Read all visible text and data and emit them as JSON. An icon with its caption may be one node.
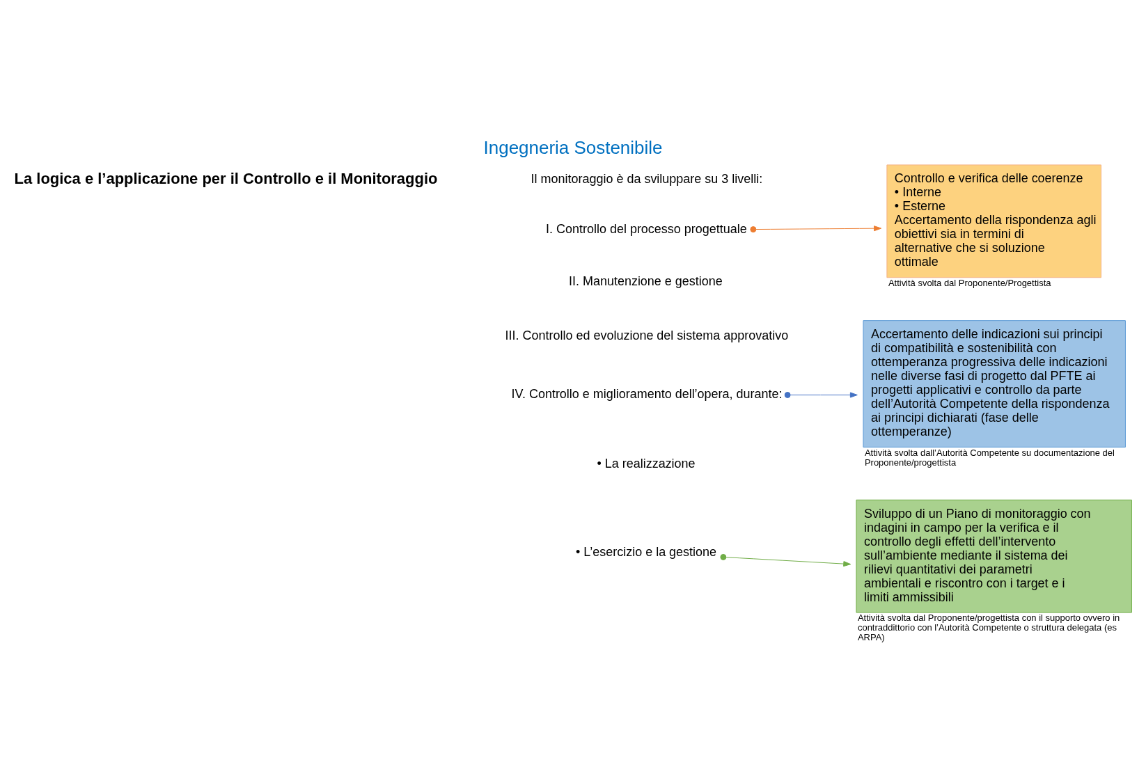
{
  "diagram": {
    "title": "Ingegneria Sostenibile",
    "nodes": [
      {
        "text": [
          "I. Controllo del processo progettuale"
        ]
      },
      {
        "text": [
          "IV. Controllo e miglioramento dell’opera, durante:"
        ]
      },
      {
        "text": [
          "• L’esercizio e la gestione"
        ]
      },
      {
        "text": [
          "Controllo e verifica delle coerenze",
          "• Interne",
          "• Esterne",
          "Accertamento della rispondenza agli obiettivi sia in termini di alternative che si soluzione ottimale"
        ],
        "beside": [
          "Attività svolta dal Proponente/Progettista"
        ]
      },
      {
        "text": [
          "Sviluppo di un Piano di monitoraggio con indagini in campo per la verifica e il controllo degli effetti dell’intervento sull’ambiente mediante il sistema dei rilievi quantitativi dei parametri ambientali e riscontro con i target e i limiti ammissibili"
        ],
        "beside": [
          "Attività svolta dal Proponente/progettista con il supporto ovvero in contraddittorio con l’Autorità Competente o struttura delegata (es ARPA)"
        ]
      },
      {
        "text": [
          "Accertamento delle indicazioni sui principi di compatibilità e sostenibilità con ottemperanza progressiva delle indicazioni nelle diverse fasi di progetto dal PFTE ai progetti applicativi e controllo da parte dell’Autorità Competente della rispondenza ai principi dichiarati (fase delle ottemperanze)"
        ],
        "beside": [
          "Attività svolta dall’Autorità Competente su documentazione del Proponente/progettista"
        ]
      }
    ],
    "edges": [
      {
        "from": 0,
        "to": 3,
        "arrow": "to",
        "color": "#ed7d31"
      },
      {
        "from": 2,
        "to": 4,
        "arrow": "to",
        "color": "#70ad47"
      },
      {
        "from": 1,
        "to": 5,
        "arrow": "to",
        "color": "#4472c4"
      }
    ],
    "labels": [
      "La logica e l’applicazione per il Controllo e il Monitoraggio",
      "Il monitoraggio è da sviluppare su 3 livelli:",
      "II. Manutenzione e gestione",
      "III. Controllo ed evoluzione del sistema approvativo",
      "• La realizzazione"
    ]
  }
}
